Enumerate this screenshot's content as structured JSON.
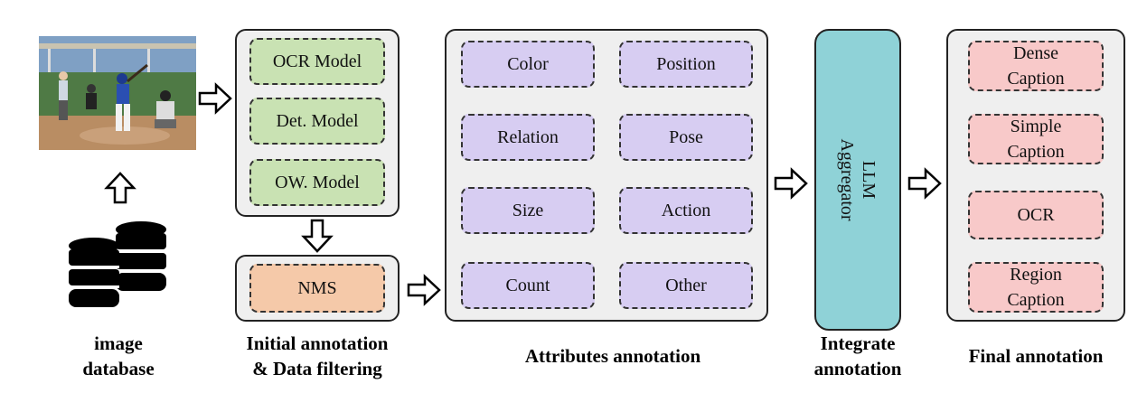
{
  "initial": {
    "models": [
      "OCR Model",
      "Det. Model",
      "OW. Model"
    ],
    "filter": "NMS"
  },
  "attributes": [
    [
      "Color",
      "Position"
    ],
    [
      "Relation",
      "Pose"
    ],
    [
      "Size",
      "Action"
    ],
    [
      "Count",
      "Other"
    ]
  ],
  "llm": {
    "line1": "LLM",
    "line2": "Aggregator"
  },
  "final": [
    [
      "Dense",
      "Caption"
    ],
    [
      "Simple",
      "Caption"
    ],
    [
      "OCR"
    ],
    [
      "Region",
      "Caption"
    ]
  ],
  "captions": {
    "database": [
      "image",
      "database"
    ],
    "initial": [
      "Initial annotation",
      "& Data filtering"
    ],
    "attributes": "Attributes annotation",
    "integrate": [
      "Integrate",
      "annotation"
    ],
    "final": "Final annotation"
  },
  "colors": {
    "model_green": "#c9e2b3",
    "nms_orange": "#f5c9a9",
    "attribute_purple": "#d7cdf2",
    "final_pink": "#f8c9c9",
    "llm_teal": "#8fd2d7",
    "panel_gray": "#efefef"
  },
  "photo_description_icon": "baseball-photo"
}
